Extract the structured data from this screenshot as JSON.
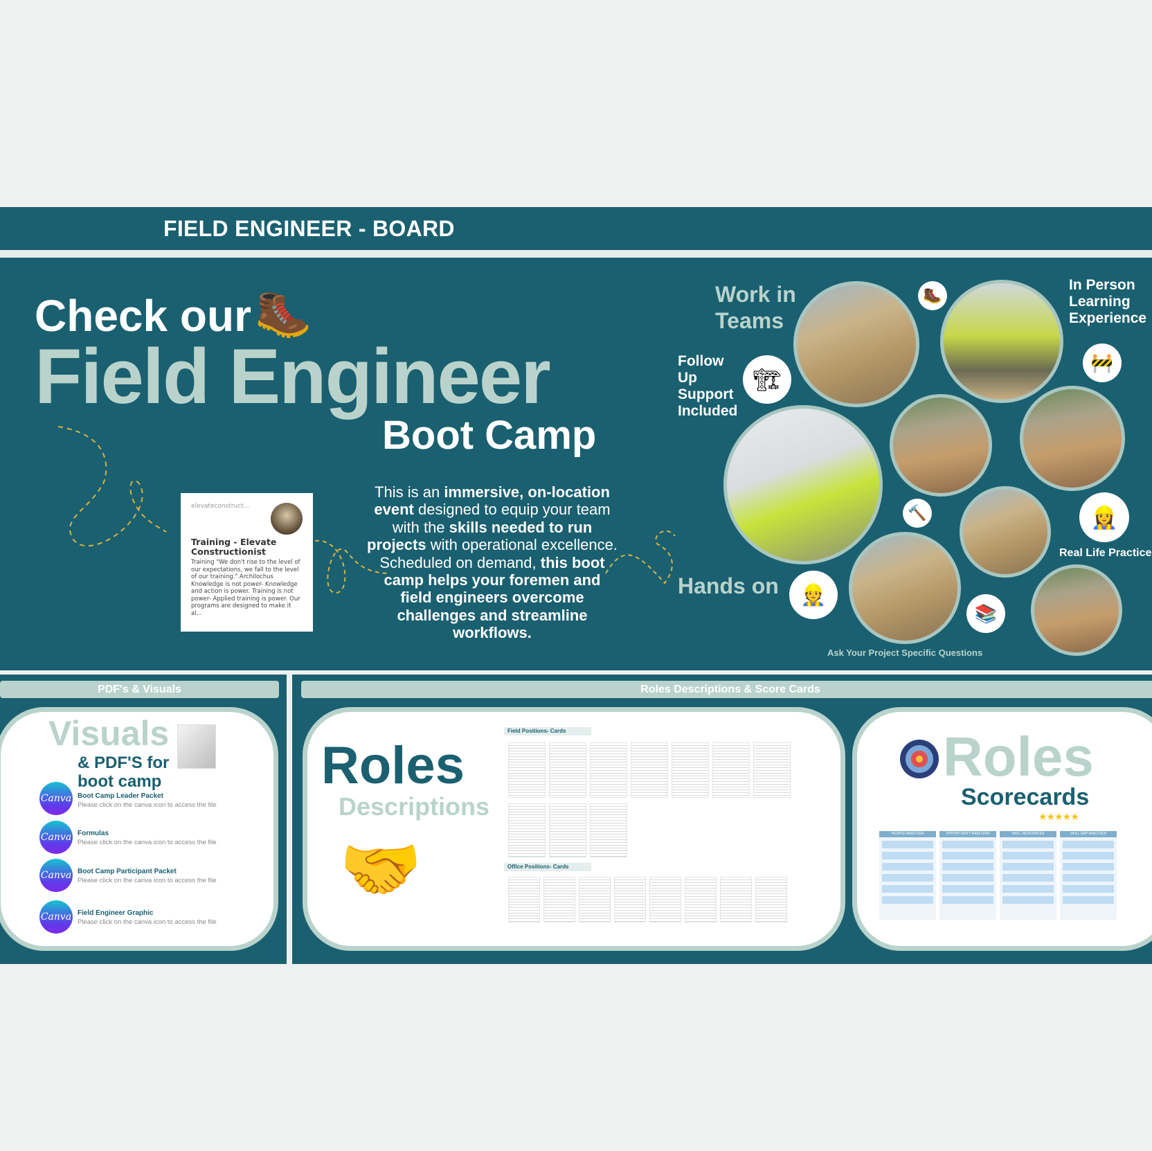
{
  "header": {
    "title": "FIELD ENGINEER - BOARD"
  },
  "hero": {
    "line1": "Check our",
    "line2": "Field Engineer",
    "line3": "Boot Camp",
    "boot_icon": "hiking-boot-icon",
    "card": {
      "source": "elevateconstruct...",
      "title": "Training - Elevate Constructionist",
      "body": "Training \"We don't rise to the level of our expectations, we fall to the level of our training.\" Archilochus Knowledge is not power- Knowledge and action is power. Training is not power- Applied training is power. Our programs are designed to make it al..."
    },
    "paragraph": [
      {
        "t": "This is an ",
        "b": false
      },
      {
        "t": "immersive, on-location event",
        "b": true
      },
      {
        "t": " designed to equip your team with the ",
        "b": false
      },
      {
        "t": "skills needed to run projects",
        "b": true
      },
      {
        "t": " with operational excellence. Scheduled on demand, ",
        "b": false
      },
      {
        "t": "this boot camp helps your foremen and field engineers overcome challenges and streamline workflows.",
        "b": true
      }
    ]
  },
  "features": {
    "work_in_teams": "Work in Teams",
    "in_person": "In Person Learning Experience",
    "follow_up": "Follow Up Support Included",
    "hands_on": "Hands on",
    "real_life": "Real Life Practice",
    "ask": "Ask Your Project Specific Questions"
  },
  "pdfs": {
    "header": "PDF's & Visuals",
    "title1": "Visuals",
    "title2": "& PDF'S for",
    "title3": "boot camp",
    "canva_label": "Canva",
    "items": [
      {
        "title": "Boot Camp Leader Packet",
        "sub": "Please click on the canva icon to access the file"
      },
      {
        "title": "Formulas",
        "sub": "Please click on the canva icon to access the file"
      },
      {
        "title": "Boot Camp Participant Packet",
        "sub": "Please click on the canva icon to access the file"
      },
      {
        "title": "Field Engineer Graphic",
        "sub": "Please click on the canva icon to access the file"
      }
    ]
  },
  "roles": {
    "header": "Roles Descriptions & Score Cards",
    "title": "Roles",
    "subtitle": "Descriptions",
    "field_label": "Field Positions- Cards",
    "office_label": "Office Positions- Cards",
    "score_title": "Roles",
    "score_subtitle": "Scorecards",
    "stars": 5,
    "sheets": [
      "PEOPLE ANALYZER",
      "OPPORTUNITY ANALYZER",
      "SKILL RESOURCES",
      "SKILL GAP ANALYZER"
    ]
  },
  "colors": {
    "teal": "#1a6070",
    "sage": "#b9d3cc",
    "bg": "#eff1f0"
  }
}
